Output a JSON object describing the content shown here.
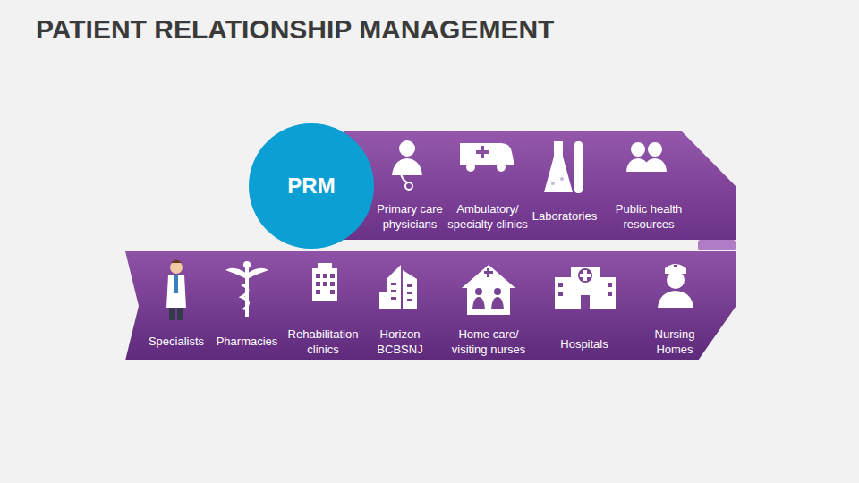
{
  "diagram": {
    "title": "PATIENT RELATIONSHIP MANAGEMENT",
    "nodes": [
      {
        "text": [
          "PRM"
        ]
      },
      {
        "text": [
          "Primary care physicians",
          "Ambulatory/ specialty clinics",
          "Laboratories",
          "Public health resources"
        ]
      },
      {
        "text": [
          "Specialists",
          "Pharmacies",
          "Rehabilitation clinics",
          "Horizon BCBSNJ",
          "Home care/ visiting nurses",
          "Hospitals",
          "Nursing Homes"
        ]
      }
    ]
  }
}
